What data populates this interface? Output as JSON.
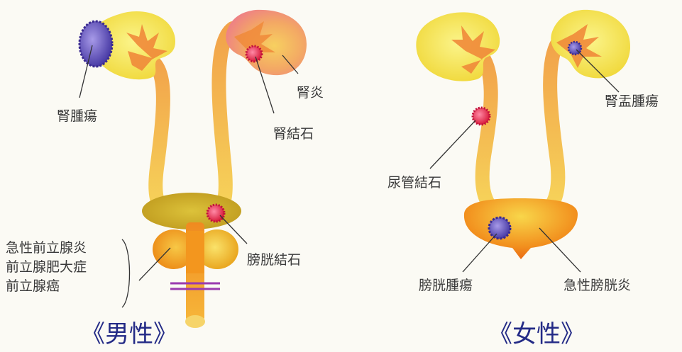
{
  "male": {
    "caption": "《男性》",
    "labels": {
      "kidney_tumor": "腎腫瘍",
      "nephritis": "腎炎",
      "kidney_stone": "腎結石",
      "bladder_stone": "膀胱結石"
    },
    "prostate_list": [
      "急性前立腺炎",
      "前立腺肥大症",
      "前立腺癌"
    ]
  },
  "female": {
    "caption": "《女性》",
    "labels": {
      "renal_pelvis_tumor": "腎盂腫瘍",
      "ureter_stone": "尿管結石",
      "bladder_tumor": "膀胱腫瘍",
      "acute_cystitis": "急性膀胱炎"
    }
  },
  "colors": {
    "kidney": "#f6e34a",
    "kidney_inflamed": "#f39a5a",
    "pelvis": "#f08a3a",
    "ureter": "#f3c35a",
    "bladder_male": "#cfae2a",
    "bladder_female": "#f07a1a",
    "stone": "#e8284a",
    "tumor": "#6a5cc0",
    "caption": "#232a86"
  }
}
